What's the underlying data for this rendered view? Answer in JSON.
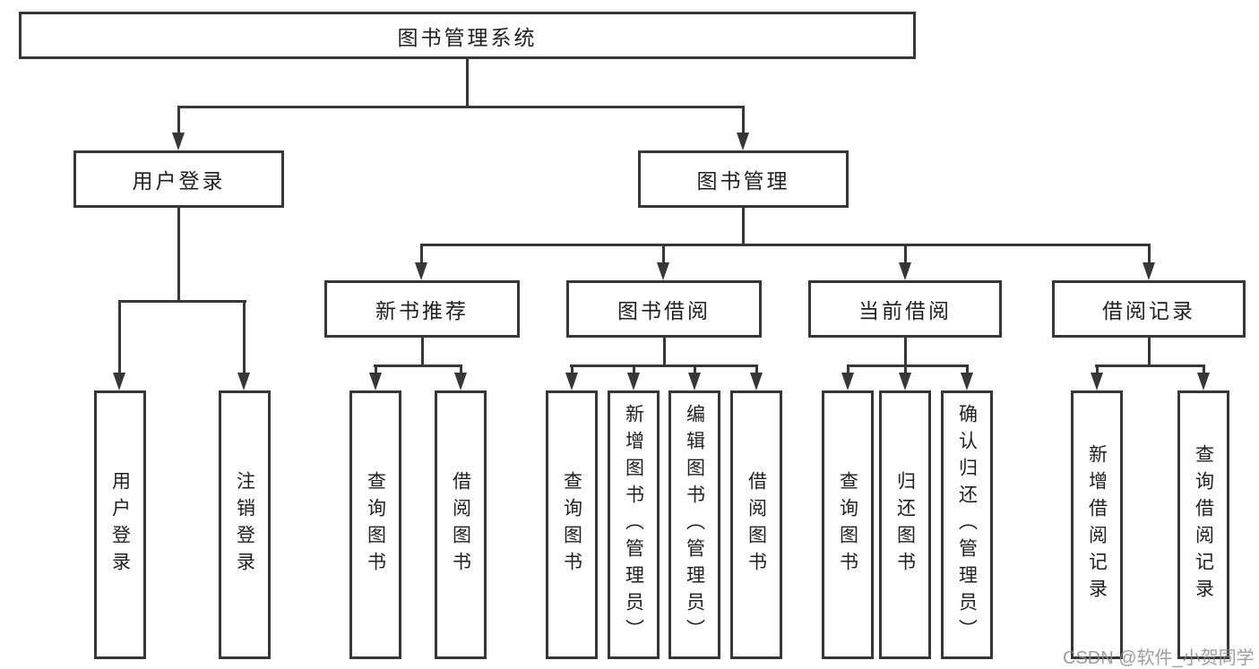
{
  "colors": {
    "line": "#373737",
    "text": "#1f1f1f",
    "watermark": "#8c8c8c",
    "background": "#ffffff"
  },
  "tree": {
    "label": "图书管理系统",
    "children": [
      {
        "label": "用户登录",
        "children": [
          {
            "label": "用户登录"
          },
          {
            "label": "注销登录"
          }
        ]
      },
      {
        "label": "图书管理",
        "children": [
          {
            "label": "新书推荐",
            "children": [
              {
                "label": "查询图书"
              },
              {
                "label": "借阅图书"
              }
            ]
          },
          {
            "label": "图书借阅",
            "children": [
              {
                "label": "查询图书"
              },
              {
                "label": "新增图书（管理员）"
              },
              {
                "label": "编辑图书（管理员）"
              },
              {
                "label": "借阅图书"
              }
            ]
          },
          {
            "label": "当前借阅",
            "children": [
              {
                "label": "查询图书"
              },
              {
                "label": "归还图书"
              },
              {
                "label": "确认归还（管理员）"
              }
            ]
          },
          {
            "label": "借阅记录",
            "children": [
              {
                "label": "新增借阅记录"
              },
              {
                "label": "查询借阅记录"
              }
            ]
          }
        ]
      }
    ]
  },
  "watermark": {
    "text": "CSDN @软件_小贺同学"
  }
}
